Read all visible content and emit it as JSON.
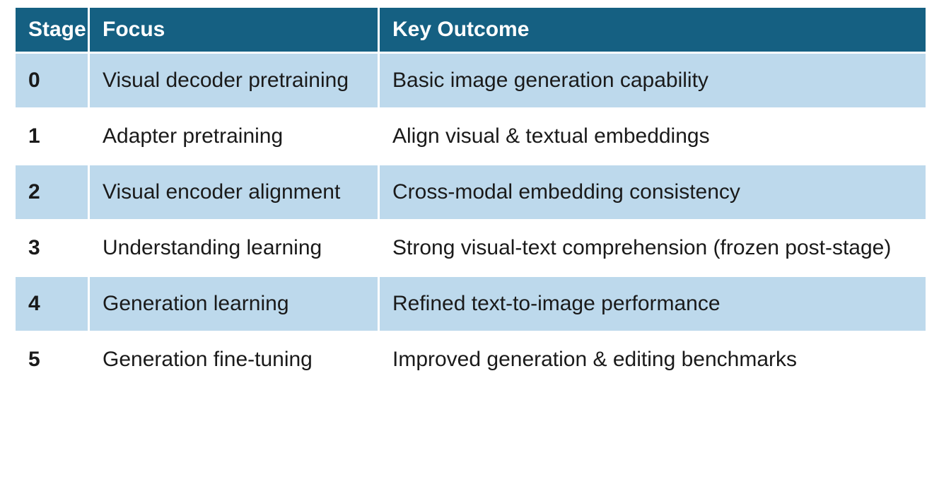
{
  "table": {
    "columns": [
      "Stage",
      "Focus",
      "Key Outcome"
    ],
    "rows": [
      [
        "0",
        "Visual decoder pretraining",
        "Basic image generation capability"
      ],
      [
        "1",
        "Adapter pretraining",
        "Align visual & textual embeddings"
      ],
      [
        "2",
        "Visual encoder alignment",
        "Cross-modal embedding consistency"
      ],
      [
        "3",
        "Understanding learning",
        "Strong visual-text comprehension (frozen post-stage)"
      ],
      [
        "4",
        "Generation learning",
        "Refined text-to-image performance"
      ],
      [
        "5",
        "Generation fine-tuning",
        "Improved generation & editing benchmarks"
      ]
    ]
  },
  "colors": {
    "header_bg": "#156082",
    "header_text": "#ffffff",
    "row_alt_bg": "#bdd9ec",
    "row_bg": "#ffffff",
    "body_text": "#1a1a1a",
    "grid_line": "#ffffff"
  }
}
